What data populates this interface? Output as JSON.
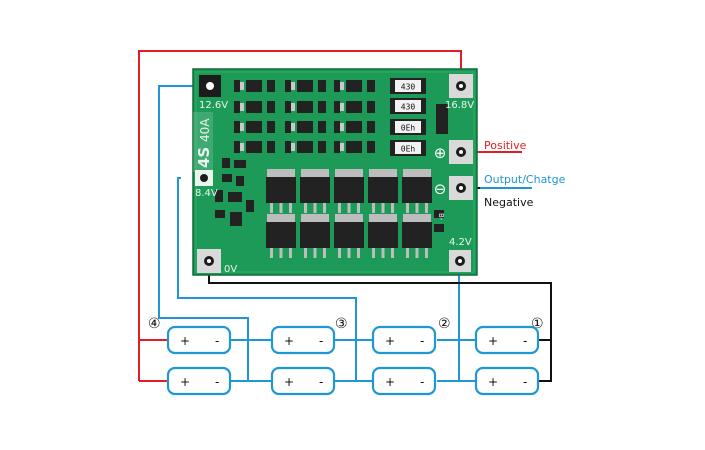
{
  "board": {
    "model_a": "4S",
    "model_b": "40A",
    "side_label": "B-",
    "colors": {
      "pcb": "#1d9a57",
      "pcb_dark": "#147a43"
    },
    "resistors": [
      "430",
      "430",
      "0Eh",
      "0Eh"
    ]
  },
  "pads": {
    "p126": "12.6V",
    "p84": "8.4V",
    "p0": "0V",
    "p168": "16.8V",
    "p42": "4.2V"
  },
  "symbols": {
    "plus": "⊕",
    "minus": "⊖"
  },
  "labels": {
    "positive": "Positive",
    "output": "Output/Chatge",
    "negative": "Negative"
  },
  "groups": [
    "④",
    "③",
    "②",
    "①"
  ],
  "cells": {
    "plus": "+",
    "minus": "-"
  },
  "colors": {
    "red": "#e01e26",
    "blue": "#1e97d4",
    "black": "#111111"
  }
}
